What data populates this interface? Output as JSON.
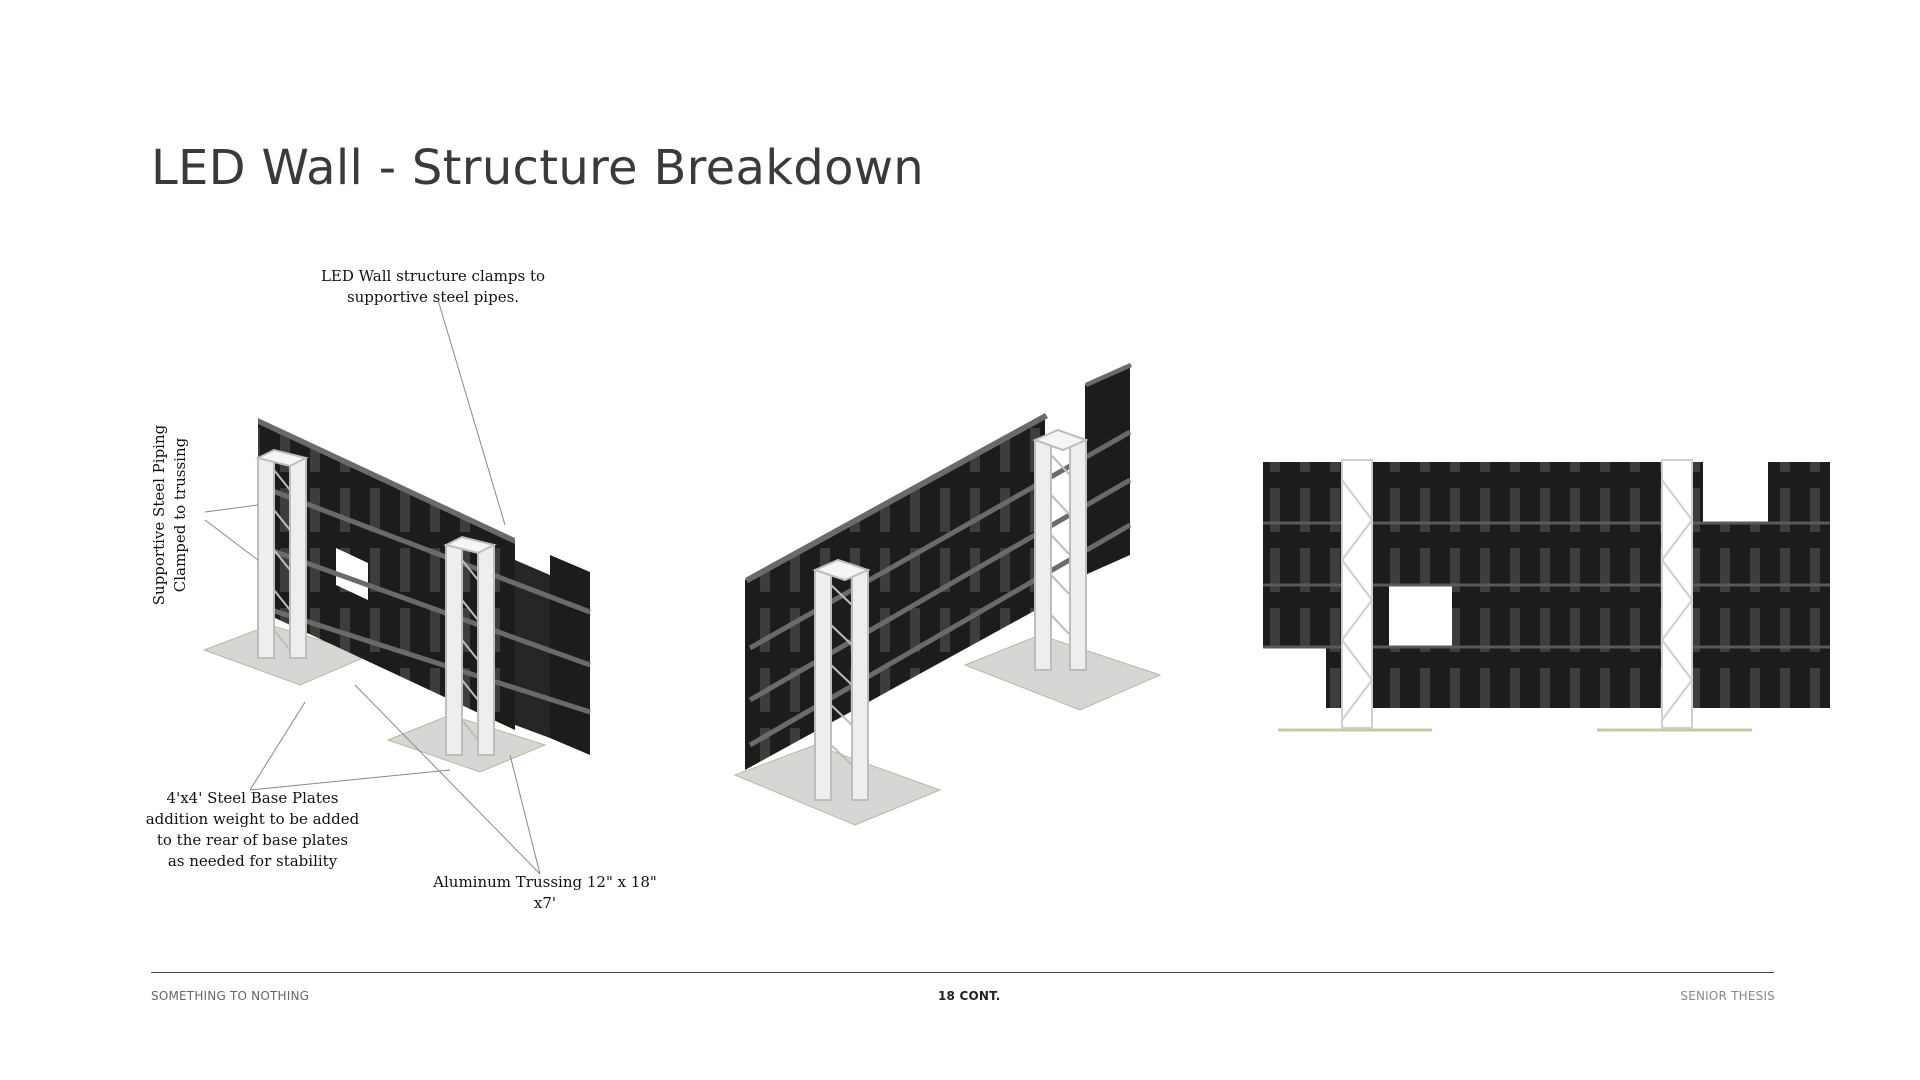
{
  "title": "LED Wall - Structure Breakdown",
  "annotations": {
    "clamp_note": "LED Wall structure clamps to\nsupportive steel pipes.",
    "piping_note": "Supportive Steel Piping\nClamped to trussing",
    "base_plates_note": "4'x4' Steel Base Plates\naddition weight to be added\nto the rear of base plates\nas needed for stability",
    "trussing_note": "Aluminum Trussing 12\" x 18\" x7'"
  },
  "footer": {
    "left": "SOMETHING TO NOTHING",
    "center": "18 CONT.",
    "right": "SENIOR THESIS"
  },
  "colors": {
    "panel": "#1c1d1b",
    "panel_highlight": "#4a4b49",
    "truss": "#e8e8e8",
    "base_plate": "#d6d6d4",
    "leader_line": "#888888"
  }
}
